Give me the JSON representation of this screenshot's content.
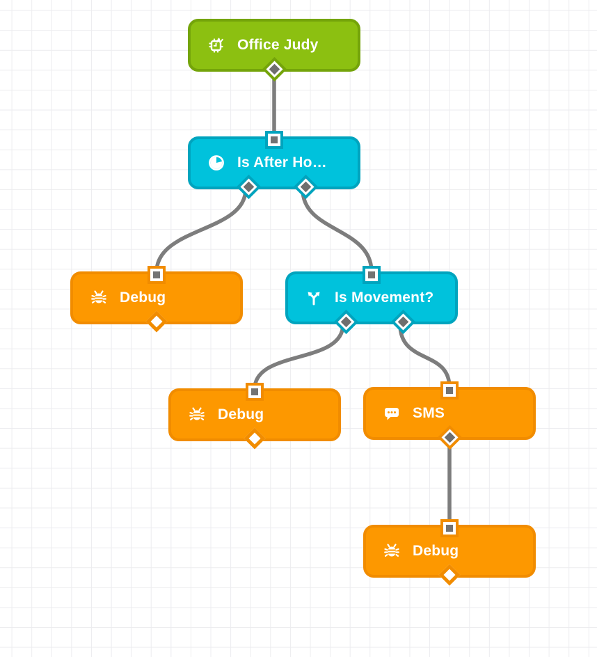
{
  "app": {
    "view": "flow-editor-canvas"
  },
  "palette": {
    "trigger_fill": "#8cc011",
    "trigger_border": "#74a40a",
    "condition_fill": "#00c2dc",
    "condition_border": "#00a4be",
    "action_fill": "#fd9800",
    "action_border": "#f18c00",
    "edge_gray": "#7d7d7d",
    "port_core_gray": "#737373",
    "grid_line": "#ececef",
    "node_text": "#ffffff"
  },
  "nodes": [
    {
      "id": "office-judy",
      "label": "Office Judy",
      "icon": "chip-icon",
      "color": "green",
      "inputs": 0,
      "outputs": 1,
      "output_connected": true
    },
    {
      "id": "is-after-hours",
      "label": "Is After Ho…",
      "icon": "clock-icon",
      "color": "cyan",
      "inputs": 1,
      "outputs": 2,
      "output_connected": true
    },
    {
      "id": "debug-1",
      "label": "Debug",
      "icon": "bug-icon",
      "color": "orange",
      "inputs": 1,
      "outputs": 1,
      "output_connected": false
    },
    {
      "id": "is-movement",
      "label": "Is Movement?",
      "icon": "split-icon",
      "color": "cyan",
      "inputs": 1,
      "outputs": 2,
      "output_connected": true
    },
    {
      "id": "debug-2",
      "label": "Debug",
      "icon": "bug-icon",
      "color": "orange",
      "inputs": 1,
      "outputs": 1,
      "output_connected": false
    },
    {
      "id": "sms",
      "label": "SMS",
      "icon": "sms-icon",
      "color": "orange",
      "inputs": 1,
      "outputs": 1,
      "output_connected": true
    },
    {
      "id": "debug-3",
      "label": "Debug",
      "icon": "bug-icon",
      "color": "orange",
      "inputs": 1,
      "outputs": 1,
      "output_connected": false
    }
  ],
  "edges": [
    {
      "from": "office-judy",
      "from_output": "center",
      "to": "is-after-hours"
    },
    {
      "from": "is-after-hours",
      "from_output": "left",
      "to": "debug-1"
    },
    {
      "from": "is-after-hours",
      "from_output": "right",
      "to": "is-movement"
    },
    {
      "from": "is-movement",
      "from_output": "left",
      "to": "debug-2"
    },
    {
      "from": "is-movement",
      "from_output": "right",
      "to": "sms"
    },
    {
      "from": "sms",
      "from_output": "center",
      "to": "debug-3"
    }
  ]
}
